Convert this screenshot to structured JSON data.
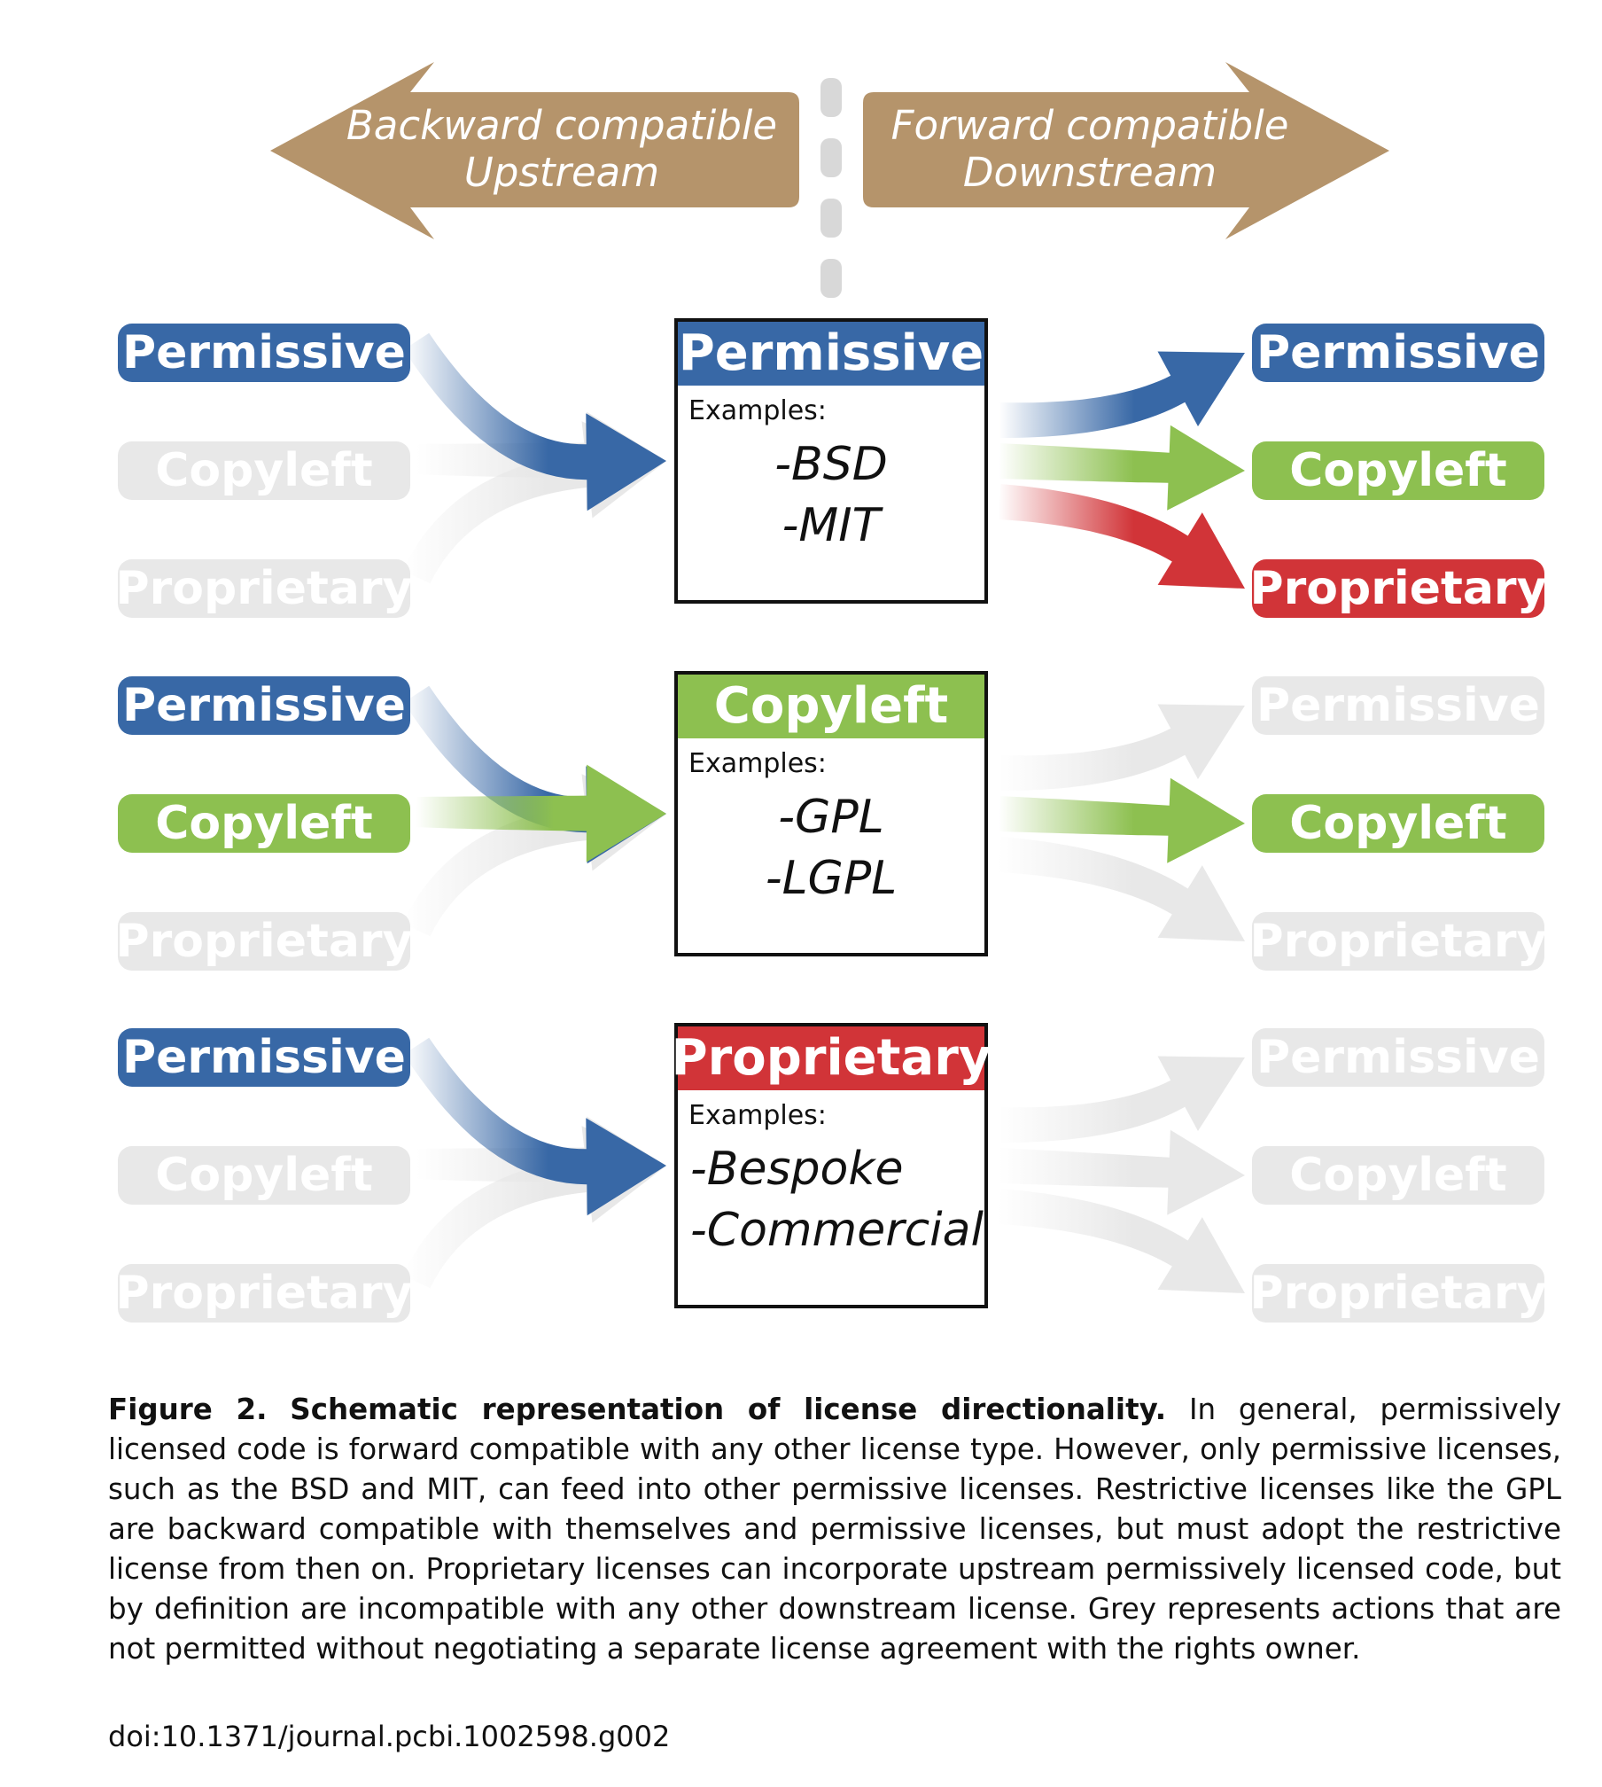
{
  "header": {
    "left_line1": "Backward compatible",
    "left_line2": "Upstream",
    "right_line1": "Forward compatible",
    "right_line2": "Downstream"
  },
  "colors": {
    "header": "#b5946b",
    "permissive": "#3868a6",
    "copyleft": "#8dc050",
    "proprietary": "#d13438",
    "grey": "#e8e8e8",
    "separator": "#d8d8d8"
  },
  "license_types": [
    "Permissive",
    "Copyleft",
    "Proprietary"
  ],
  "examples_label": "Examples:",
  "rows": [
    {
      "license": "Permissive",
      "examples": [
        "-BSD",
        "-MIT"
      ],
      "upstream_allowed": [
        "Permissive"
      ],
      "downstream_allowed": [
        "Permissive",
        "Copyleft",
        "Proprietary"
      ]
    },
    {
      "license": "Copyleft",
      "examples": [
        "-GPL",
        "-LGPL"
      ],
      "upstream_allowed": [
        "Permissive",
        "Copyleft"
      ],
      "downstream_allowed": [
        "Copyleft"
      ]
    },
    {
      "license": "Proprietary",
      "examples": [
        "-Bespoke",
        "-Commercial"
      ],
      "upstream_allowed": [
        "Permissive"
      ],
      "downstream_allowed": []
    }
  ],
  "caption": {
    "label": "Figure 2.",
    "title": "Schematic representation of license directionality.",
    "text": "In general, permissively licensed code is forward compatible with any other license type. However, only permissive licenses, such as the BSD and MIT, can feed into other permissive licenses. Restrictive licenses like the GPL are backward compatible with themselves and permissive licenses, but must adopt the restrictive license from then on. Proprietary licenses can incorporate upstream permissively licensed code, but by definition are incompatible with any other downstream license. Grey represents actions that are not permitted without negotiating a separate license agreement with the rights owner.",
    "doi": "doi:10.1371/journal.pcbi.1002598.g002"
  }
}
